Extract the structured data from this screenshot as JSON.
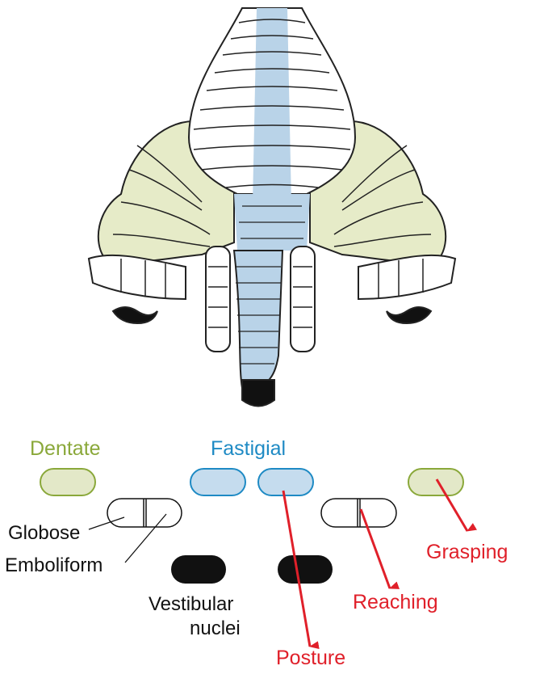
{
  "labels": {
    "dentate": "Dentate",
    "fastigial": "Fastigial",
    "globose": "Globose",
    "emboliform": "Emboliform",
    "vestibular": "Vestibular",
    "nuclei": "nuclei",
    "posture": "Posture",
    "reaching": "Reaching",
    "grasping": "Grasping"
  },
  "colors": {
    "dentate_fill": "#e3e8c8",
    "dentate_stroke": "#8aa83a",
    "fastigial_fill": "#c5dcee",
    "fastigial_stroke": "#1e8ac4",
    "vermis": "#b9d3e8",
    "hemisphere": "#e6ebc8",
    "arrow": "#e0202a"
  }
}
